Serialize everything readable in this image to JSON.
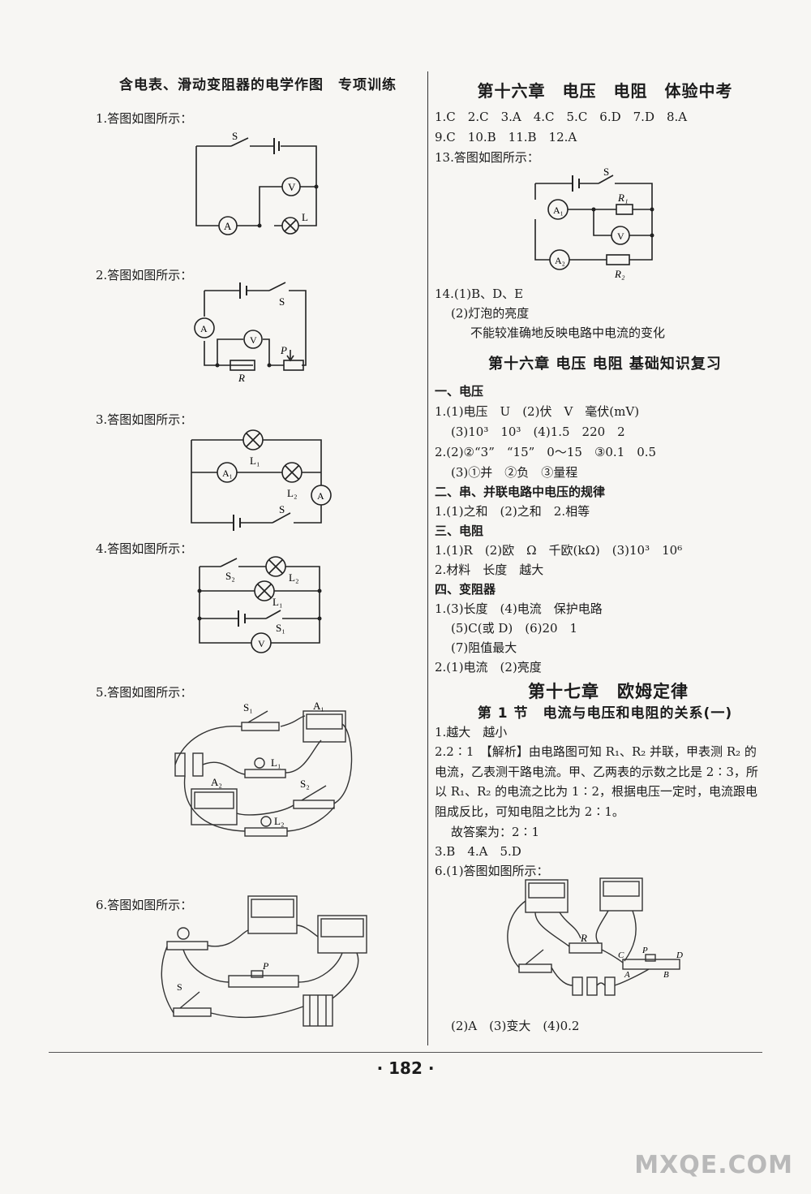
{
  "left": {
    "title": "含电表、滑动变阻器的电学作图　专项训练",
    "q1": "1.答图如图所示：",
    "q2": "2.答图如图所示：",
    "q3": "3.答图如图所示：",
    "q4": "4.答图如图所示：",
    "q5": "5.答图如图所示：",
    "q6": "6.答图如图所示："
  },
  "right": {
    "title1": "第十六章　电压　电阻　体验中考",
    "ans_row1": "1.C　2.C　3.A　4.C　5.C　6.D　7.D　8.A",
    "ans_row2": "9.C　10.B　11.B　12.A",
    "q13": "13.答图如图所示：",
    "q14_1": "14.(1)B、D、E",
    "q14_2": "(2)灯泡的亮度",
    "q14_3": "不能较准确地反映电路中电流的变化",
    "title2": "第十六章 电压 电阻 基础知识复习",
    "s1": "一、电压",
    "s1_l1": "1.(1)电压　U　(2)伏　V　毫伏(mV)",
    "s1_l2": "(3)10³　10³　(4)1.5　220　2",
    "s1_l3": "2.(2)②“3”　“15”　0～15　③0.1　0.5",
    "s1_l4": "(3)①并　②负　③量程",
    "s2": "二、串、并联电路中电压的规律",
    "s2_l1": "1.(1)之和　(2)之和　2.相等",
    "s3": "三、电阻",
    "s3_l1": "1.(1)R　(2)欧　Ω　千欧(kΩ)　(3)10³　10⁶",
    "s3_l2": "2.材料　长度　越大",
    "s4": "四、变阻器",
    "s4_l1": "1.(3)长度　(4)电流　保护电路",
    "s4_l2": "(5)C(或 D)　(6)20　1",
    "s4_l3": "(7)阻值最大",
    "s4_l4": "2.(1)电流　(2)亮度",
    "title3": "第十七章　欧姆定律",
    "title4": "第 1 节　电流与电压和电阻的关系(一)",
    "a1": "1.越大　越小",
    "a2": "2.2∶1　【解析】由电路图可知 R₁、R₂ 并联，甲表测 R₂ 的电流，乙表测干路电流。甲、乙两表的示数之比是 2∶3，所以 R₁、R₂ 的电流之比为 1∶2，根据电压一定时，电流跟电阻成反比，可知电阻之比为 2∶1。",
    "a2_end": "故答案为：2∶1",
    "a3": "3.B　4.A　5.D",
    "a6": "6.(1)答图如图所示：",
    "a6_end": "(2)A　(3)变大　(4)0.2"
  },
  "labels": {
    "S": "S",
    "S1": "S₁",
    "S2": "S₂",
    "L": "L",
    "L1": "L₁",
    "L2": "L₂",
    "V": "V",
    "A": "A",
    "A1": "A₁",
    "A2": "A₂",
    "R": "R",
    "R1": "R₁",
    "R2": "R₂",
    "P": "P",
    "C": "C",
    "D": "D",
    "B": "B"
  },
  "page_number": "· 182 ·",
  "watermark": "MXQE.COM"
}
